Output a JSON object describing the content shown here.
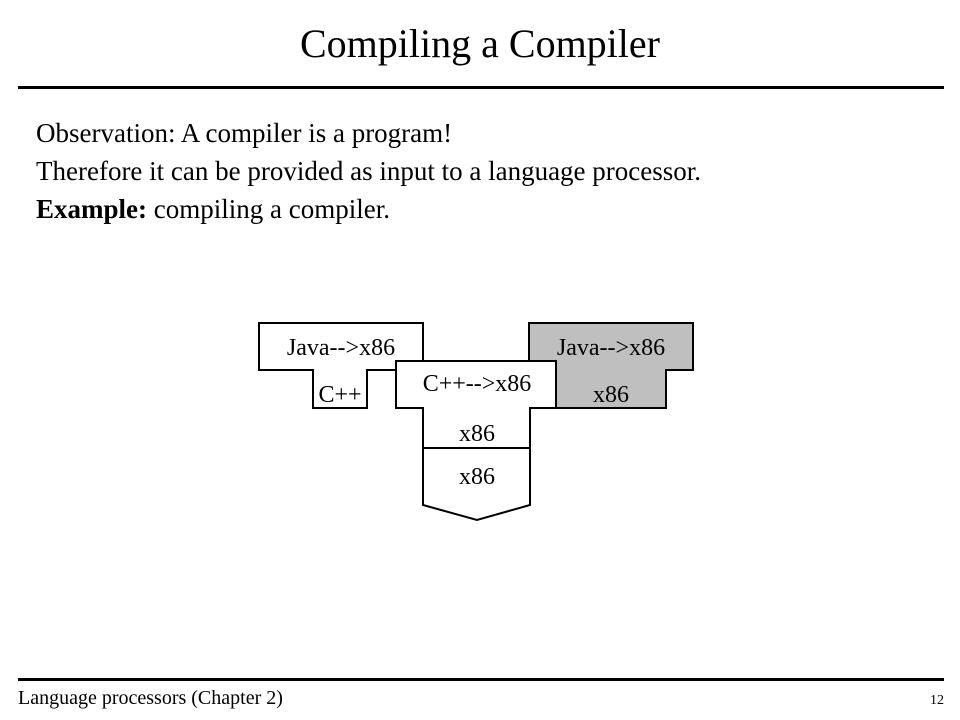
{
  "slide": {
    "title": "Compiling a Compiler",
    "lines": {
      "observation": "Observation: A compiler is a program!",
      "therefore": "Therefore it can be provided as input to a language processor.",
      "example_label": "Example:",
      "example_text": " compiling a compiler."
    }
  },
  "diagram": {
    "left_compiler": {
      "top": "Java-->x86",
      "bottom": "C++"
    },
    "middle_compiler": {
      "top": "C++-->x86",
      "bottom": "x86"
    },
    "right_compiler": {
      "top": "Java-->x86",
      "bottom": "x86"
    },
    "machine": {
      "label": "x86"
    },
    "colors": {
      "output_fill": "#bfbfbf",
      "stroke": "#000000",
      "fill": "#ffffff"
    }
  },
  "footer": {
    "left": "Language processors (Chapter 2)",
    "page_number": "12"
  }
}
